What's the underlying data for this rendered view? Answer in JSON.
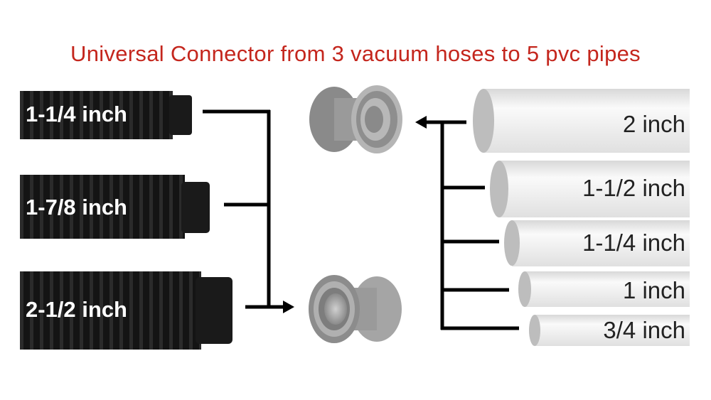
{
  "title": "Universal Connector from 3 vacuum hoses to 5 pvc pipes",
  "hoses": [
    {
      "label": "1-1/4 inch"
    },
    {
      "label": "1-7/8 inch"
    },
    {
      "label": "2-1/2 inch"
    }
  ],
  "pipes": [
    {
      "label": "2 inch"
    },
    {
      "label": "1-1/2 inch"
    },
    {
      "label": "1-1/4 inch"
    },
    {
      "label": "1 inch"
    },
    {
      "label": "3/4 inch"
    }
  ],
  "colors": {
    "title": "#c4261d",
    "hose": "#141414",
    "pipe": "#f2f2f2",
    "connector": "#9a9a9a"
  }
}
